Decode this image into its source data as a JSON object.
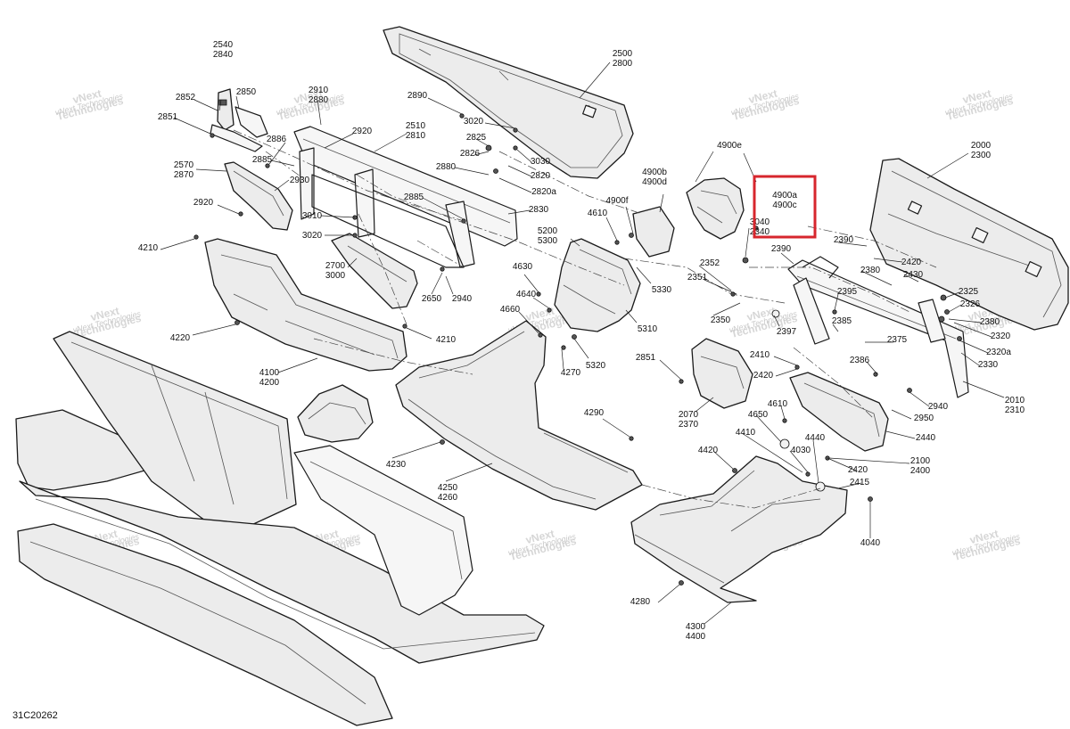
{
  "diagram_code": "31C20262",
  "watermark": {
    "line1": "vNext",
    "line2": "Technologies",
    "line_inline": "vNext Technologies"
  },
  "highlight_color": "#d7262d",
  "callouts": [
    {
      "id": "c2540",
      "lines": [
        "2540",
        "2840"
      ]
    },
    {
      "id": "c2852",
      "lines": [
        "2852"
      ]
    },
    {
      "id": "c2850",
      "lines": [
        "2850"
      ]
    },
    {
      "id": "c2851a",
      "lines": [
        "2851"
      ]
    },
    {
      "id": "c2910",
      "lines": [
        "2910",
        "2880"
      ]
    },
    {
      "id": "c2886",
      "lines": [
        "2886"
      ]
    },
    {
      "id": "c2920a",
      "lines": [
        "2920"
      ]
    },
    {
      "id": "c2885a",
      "lines": [
        "2885"
      ]
    },
    {
      "id": "c2570",
      "lines": [
        "2570",
        "2870"
      ]
    },
    {
      "id": "c2930",
      "lines": [
        "2930"
      ]
    },
    {
      "id": "c2920b",
      "lines": [
        "2920"
      ]
    },
    {
      "id": "c2510",
      "lines": [
        "2510",
        "2810"
      ]
    },
    {
      "id": "c2890",
      "lines": [
        "2890"
      ]
    },
    {
      "id": "c3020a",
      "lines": [
        "3020"
      ]
    },
    {
      "id": "c2825",
      "lines": [
        "2825"
      ]
    },
    {
      "id": "c2826",
      "lines": [
        "2826"
      ]
    },
    {
      "id": "c3030",
      "lines": [
        "3030"
      ]
    },
    {
      "id": "c2820",
      "lines": [
        "2820"
      ]
    },
    {
      "id": "c2880b",
      "lines": [
        "2880"
      ]
    },
    {
      "id": "c2820a",
      "lines": [
        "2820a"
      ]
    },
    {
      "id": "c2885b",
      "lines": [
        "2885"
      ]
    },
    {
      "id": "c2830",
      "lines": [
        "2830"
      ]
    },
    {
      "id": "c3010",
      "lines": [
        "3010"
      ]
    },
    {
      "id": "c3020b",
      "lines": [
        "3020"
      ]
    },
    {
      "id": "c2500",
      "lines": [
        "2500",
        "2800"
      ]
    },
    {
      "id": "c4210a",
      "lines": [
        "4210"
      ]
    },
    {
      "id": "c2700",
      "lines": [
        "2700",
        "3000"
      ]
    },
    {
      "id": "c2650",
      "lines": [
        "2650"
      ]
    },
    {
      "id": "c2940a",
      "lines": [
        "2940"
      ]
    },
    {
      "id": "c4220",
      "lines": [
        "4220"
      ]
    },
    {
      "id": "c4210b",
      "lines": [
        "4210"
      ]
    },
    {
      "id": "c4100",
      "lines": [
        "4100",
        "4200"
      ]
    },
    {
      "id": "c4900e",
      "lines": [
        "4900e"
      ]
    },
    {
      "id": "c4900b",
      "lines": [
        "4900b",
        "4900d"
      ]
    },
    {
      "id": "c4900f",
      "lines": [
        "4900f"
      ]
    },
    {
      "id": "c4900a",
      "lines": [
        "4900a",
        "4900c"
      ]
    },
    {
      "id": "c3040",
      "lines": [
        "3040",
        "2340"
      ]
    },
    {
      "id": "c4610a",
      "lines": [
        "4610"
      ]
    },
    {
      "id": "c5200",
      "lines": [
        "5200",
        "5300"
      ]
    },
    {
      "id": "c4630",
      "lines": [
        "4630"
      ]
    },
    {
      "id": "c4640",
      "lines": [
        "4640"
      ]
    },
    {
      "id": "c5330",
      "lines": [
        "5330"
      ]
    },
    {
      "id": "c4660",
      "lines": [
        "4660"
      ]
    },
    {
      "id": "c5310",
      "lines": [
        "5310"
      ]
    },
    {
      "id": "c5320",
      "lines": [
        "5320"
      ]
    },
    {
      "id": "c4270",
      "lines": [
        "4270"
      ]
    },
    {
      "id": "c4290",
      "lines": [
        "4290"
      ]
    },
    {
      "id": "c4230",
      "lines": [
        "4230"
      ]
    },
    {
      "id": "c4250",
      "lines": [
        "4250",
        "4260"
      ]
    },
    {
      "id": "c2851b",
      "lines": [
        "2851"
      ]
    },
    {
      "id": "c2352",
      "lines": [
        "2352"
      ]
    },
    {
      "id": "c2351",
      "lines": [
        "2351"
      ]
    },
    {
      "id": "c2350",
      "lines": [
        "2350"
      ]
    },
    {
      "id": "c2397",
      "lines": [
        "2397"
      ]
    },
    {
      "id": "c2390a",
      "lines": [
        "2390"
      ]
    },
    {
      "id": "c2390b",
      "lines": [
        "2390"
      ]
    },
    {
      "id": "c2000",
      "lines": [
        "2000",
        "2300"
      ]
    },
    {
      "id": "c2420a",
      "lines": [
        "2420"
      ]
    },
    {
      "id": "c2430",
      "lines": [
        "2430"
      ]
    },
    {
      "id": "c2380",
      "lines": [
        "2380"
      ]
    },
    {
      "id": "c2325",
      "lines": [
        "2325"
      ]
    },
    {
      "id": "c2395",
      "lines": [
        "2395"
      ]
    },
    {
      "id": "c2326",
      "lines": [
        "2326"
      ]
    },
    {
      "id": "c2385",
      "lines": [
        "2385"
      ]
    },
    {
      "id": "c2380b",
      "lines": [
        "2380"
      ]
    },
    {
      "id": "c2320",
      "lines": [
        "2320"
      ]
    },
    {
      "id": "c2375",
      "lines": [
        "2375"
      ]
    },
    {
      "id": "c2320a",
      "lines": [
        "2320a"
      ]
    },
    {
      "id": "c2330",
      "lines": [
        "2330"
      ]
    },
    {
      "id": "c2410",
      "lines": [
        "2410"
      ]
    },
    {
      "id": "c2386",
      "lines": [
        "2386"
      ]
    },
    {
      "id": "c2420b",
      "lines": [
        "2420"
      ]
    },
    {
      "id": "c2010",
      "lines": [
        "2010",
        "2310"
      ]
    },
    {
      "id": "c2070",
      "lines": [
        "2070",
        "2370"
      ]
    },
    {
      "id": "c4610b",
      "lines": [
        "4610"
      ]
    },
    {
      "id": "c4650",
      "lines": [
        "4650"
      ]
    },
    {
      "id": "c2940b",
      "lines": [
        "2940"
      ]
    },
    {
      "id": "c2950",
      "lines": [
        "2950"
      ]
    },
    {
      "id": "c4410",
      "lines": [
        "4410"
      ]
    },
    {
      "id": "c4440",
      "lines": [
        "4440"
      ]
    },
    {
      "id": "c2440",
      "lines": [
        "2440"
      ]
    },
    {
      "id": "c4030",
      "lines": [
        "4030"
      ]
    },
    {
      "id": "c4420",
      "lines": [
        "4420"
      ]
    },
    {
      "id": "c2100",
      "lines": [
        "2100",
        "2400"
      ]
    },
    {
      "id": "c2420c",
      "lines": [
        "2420"
      ]
    },
    {
      "id": "c2415",
      "lines": [
        "2415"
      ]
    },
    {
      "id": "c4040",
      "lines": [
        "4040"
      ]
    },
    {
      "id": "c4280",
      "lines": [
        "4280"
      ]
    },
    {
      "id": "c4300",
      "lines": [
        "4300",
        "4400"
      ]
    }
  ]
}
